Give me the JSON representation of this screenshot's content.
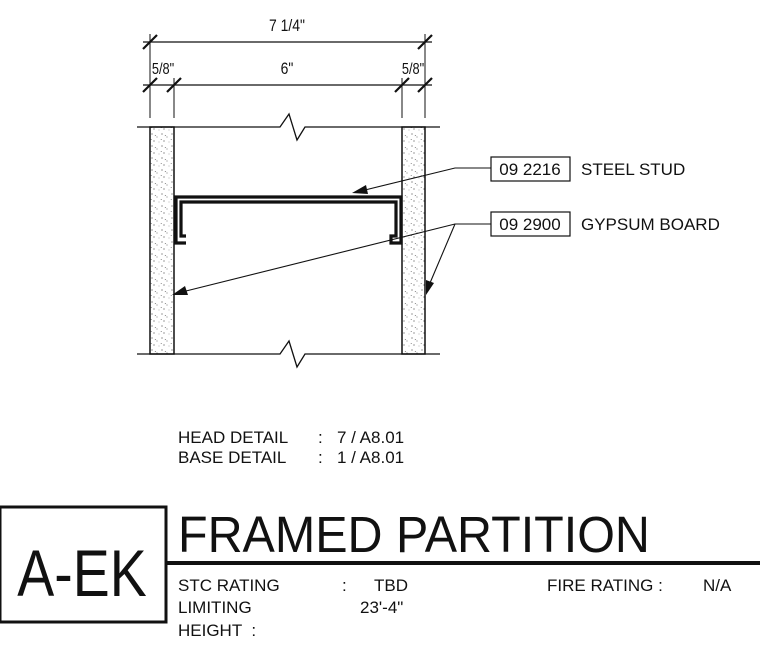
{
  "dimensions": {
    "overall": "7 1/4\"",
    "left_board": "5/8\"",
    "stud_depth": "6\"",
    "right_board": "5/8\""
  },
  "callouts": [
    {
      "code": "09 2216",
      "label": "STEEL STUD"
    },
    {
      "code": "09 2900",
      "label": "GYPSUM BOARD"
    }
  ],
  "details": {
    "head": {
      "label": "HEAD DETAIL",
      "sep": ":",
      "value": "7 / A8.01"
    },
    "base": {
      "label": "BASE DETAIL",
      "sep": ":",
      "value": "1 / A8.01"
    }
  },
  "title_block": {
    "type_tag": "A-EK",
    "title": "FRAMED PARTITION",
    "stc_label": "STC RATING",
    "stc_sep": ":",
    "stc_value": "TBD",
    "fire_label": "FIRE RATING :",
    "fire_value": "N/A",
    "limiting_label_1": "LIMITING",
    "limiting_label_2": "HEIGHT  :",
    "limiting_value": "23'-4\""
  }
}
